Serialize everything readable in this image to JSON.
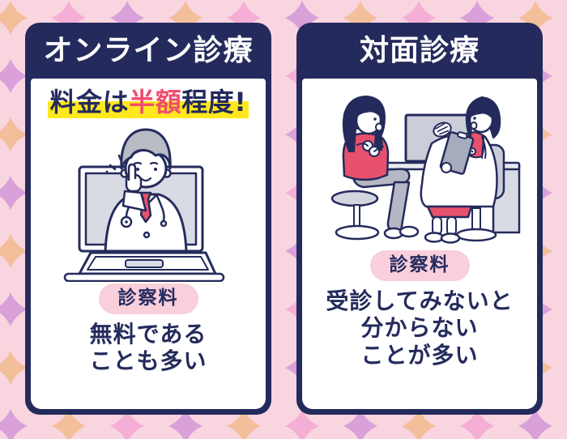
{
  "colors": {
    "navy": "#242B5C",
    "card_background": "#FFFFFF",
    "header_text": "#FFFFFF",
    "highlight_yellow": "#FFE81E",
    "emphasis_red": "#EF4D6E",
    "badge_pink": "#F9CFDC",
    "illustration_red": "#E8516B",
    "illustration_gray": "#C9CBD6"
  },
  "background": {
    "circle_pink": "#F9D5E0",
    "diamond_orange": "#F3BE9A",
    "diamond_violet": "#D9A0DA",
    "diamond_pink": "#F5AED6"
  },
  "left_card": {
    "title": "オンライン診療",
    "headline": {
      "pre": "料金は",
      "emphasis": "半額",
      "post": "程度!"
    },
    "illustration": "doctor-on-laptop-video-call",
    "badge": "診察料",
    "description": "無料である\nことも多い"
  },
  "right_card": {
    "title": "対面診療",
    "illustration": "doctor-and-patient-face-to-face",
    "badge": "診察料",
    "description": "受診してみないと\n分からない\nことが多い"
  }
}
